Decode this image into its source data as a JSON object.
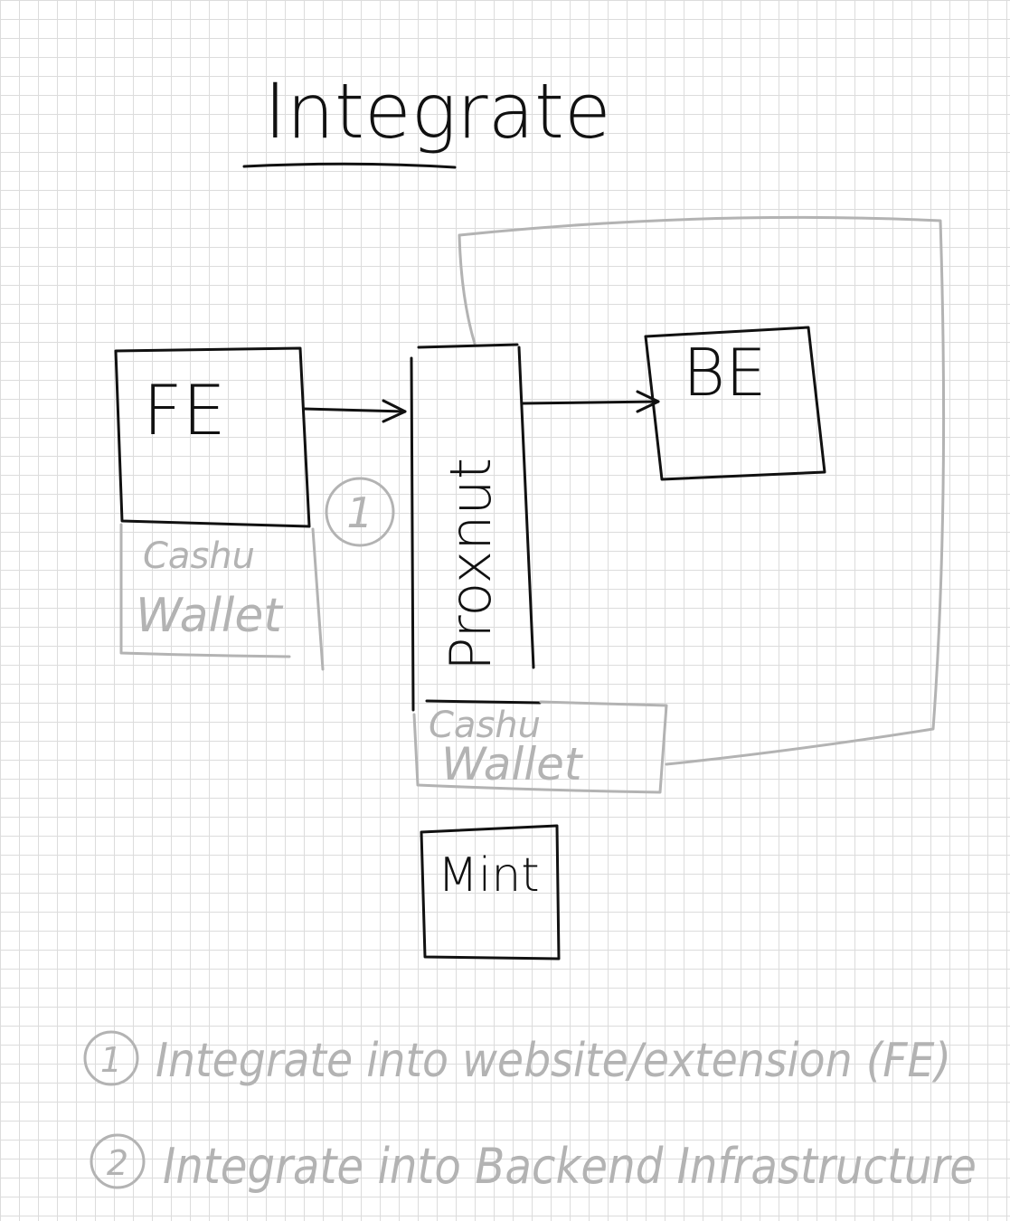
{
  "title": "Integrate",
  "nodes": {
    "fe": "FE",
    "fe_wallet_line1": "Cashu",
    "fe_wallet_line2": "Wallet",
    "proxnut": "Proxnut",
    "proxnut_wallet_line1": "Cashu",
    "proxnut_wallet_line2": "Wallet",
    "be": "BE",
    "mint": "Mint",
    "marker_1": "1"
  },
  "legend": [
    {
      "number": "1",
      "text": "Integrate into website/extension (FE)"
    },
    {
      "number": "2",
      "text": "Integrate into Backend Infrastructure"
    }
  ],
  "colors": {
    "ink": "#111111",
    "pencil": "#b3b3b3",
    "grid": "#dcdcdc"
  }
}
